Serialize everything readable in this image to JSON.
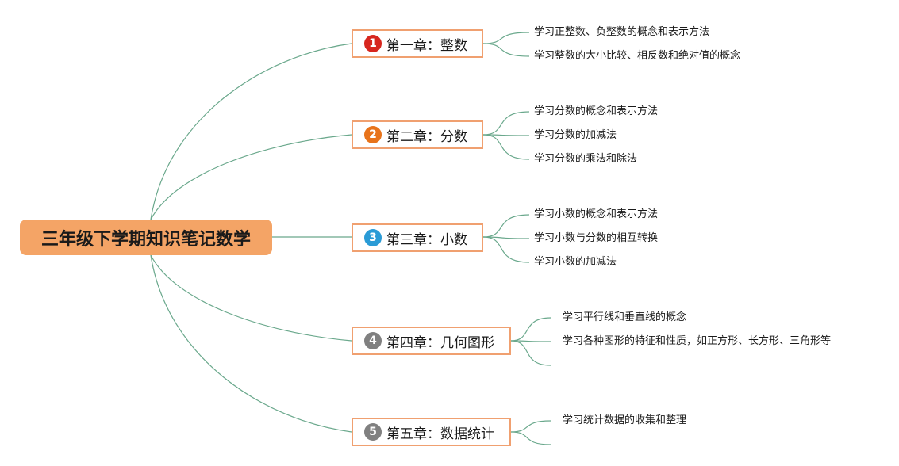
{
  "root": {
    "title": "三年级下学期知识笔记数学"
  },
  "colors": {
    "root_fill": "#f4a466",
    "chapter_border": "#f0a070",
    "link": "#6aa88c"
  },
  "chapters": [
    {
      "number": "1",
      "badge_color": "#d7261e",
      "title": "第一章：整数",
      "items": [
        "学习正整数、负整数的概念和表示方法",
        "学习整数的大小比较、相反数和绝对值的概念"
      ]
    },
    {
      "number": "2",
      "badge_color": "#e8731a",
      "title": "第二章：分数",
      "items": [
        "学习分数的概念和表示方法",
        "学习分数的加减法",
        "学习分数的乘法和除法"
      ]
    },
    {
      "number": "3",
      "badge_color": "#2a9bd6",
      "title": "第三章：小数",
      "items": [
        "学习小数的概念和表示方法",
        "学习小数与分数的相互转换",
        "学习小数的加减法"
      ]
    },
    {
      "number": "4",
      "badge_color": "#808080",
      "title": "第四章：几何图形",
      "items": [
        "学习平行线和垂直线的概念",
        "学习各种图形的特征和性质，如正方形、长方形、三角形等",
        ""
      ]
    },
    {
      "number": "5",
      "badge_color": "#808080",
      "title": "第五章：数据统计",
      "items": [
        "学习统计数据的收集和整理",
        ""
      ]
    }
  ]
}
